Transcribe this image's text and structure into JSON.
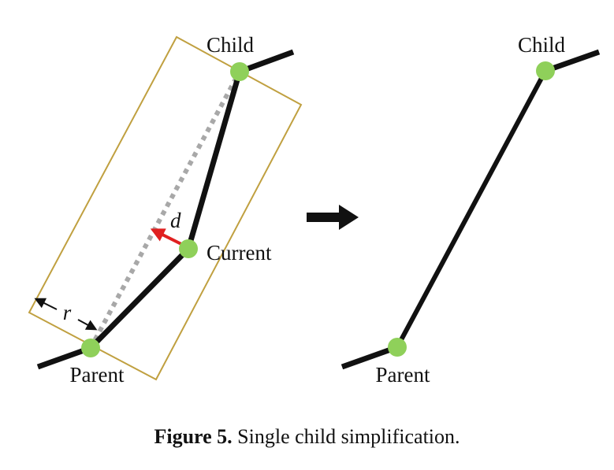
{
  "figure": {
    "before": {
      "labels": {
        "child": "Child",
        "current": "Current",
        "parent": "Parent",
        "distance": "d",
        "radius": "r"
      }
    },
    "after": {
      "labels": {
        "child": "Child",
        "parent": "Parent"
      }
    },
    "caption": {
      "label": "Figure 5.",
      "text": " Single child simplification."
    },
    "colors": {
      "edge": "#111111",
      "node": "#8fd05a",
      "bounding_box": "#c0a040",
      "distance_arrow": "#e02020",
      "straight_line": "#a8a8a8",
      "transition_arrow": "#111111"
    }
  }
}
